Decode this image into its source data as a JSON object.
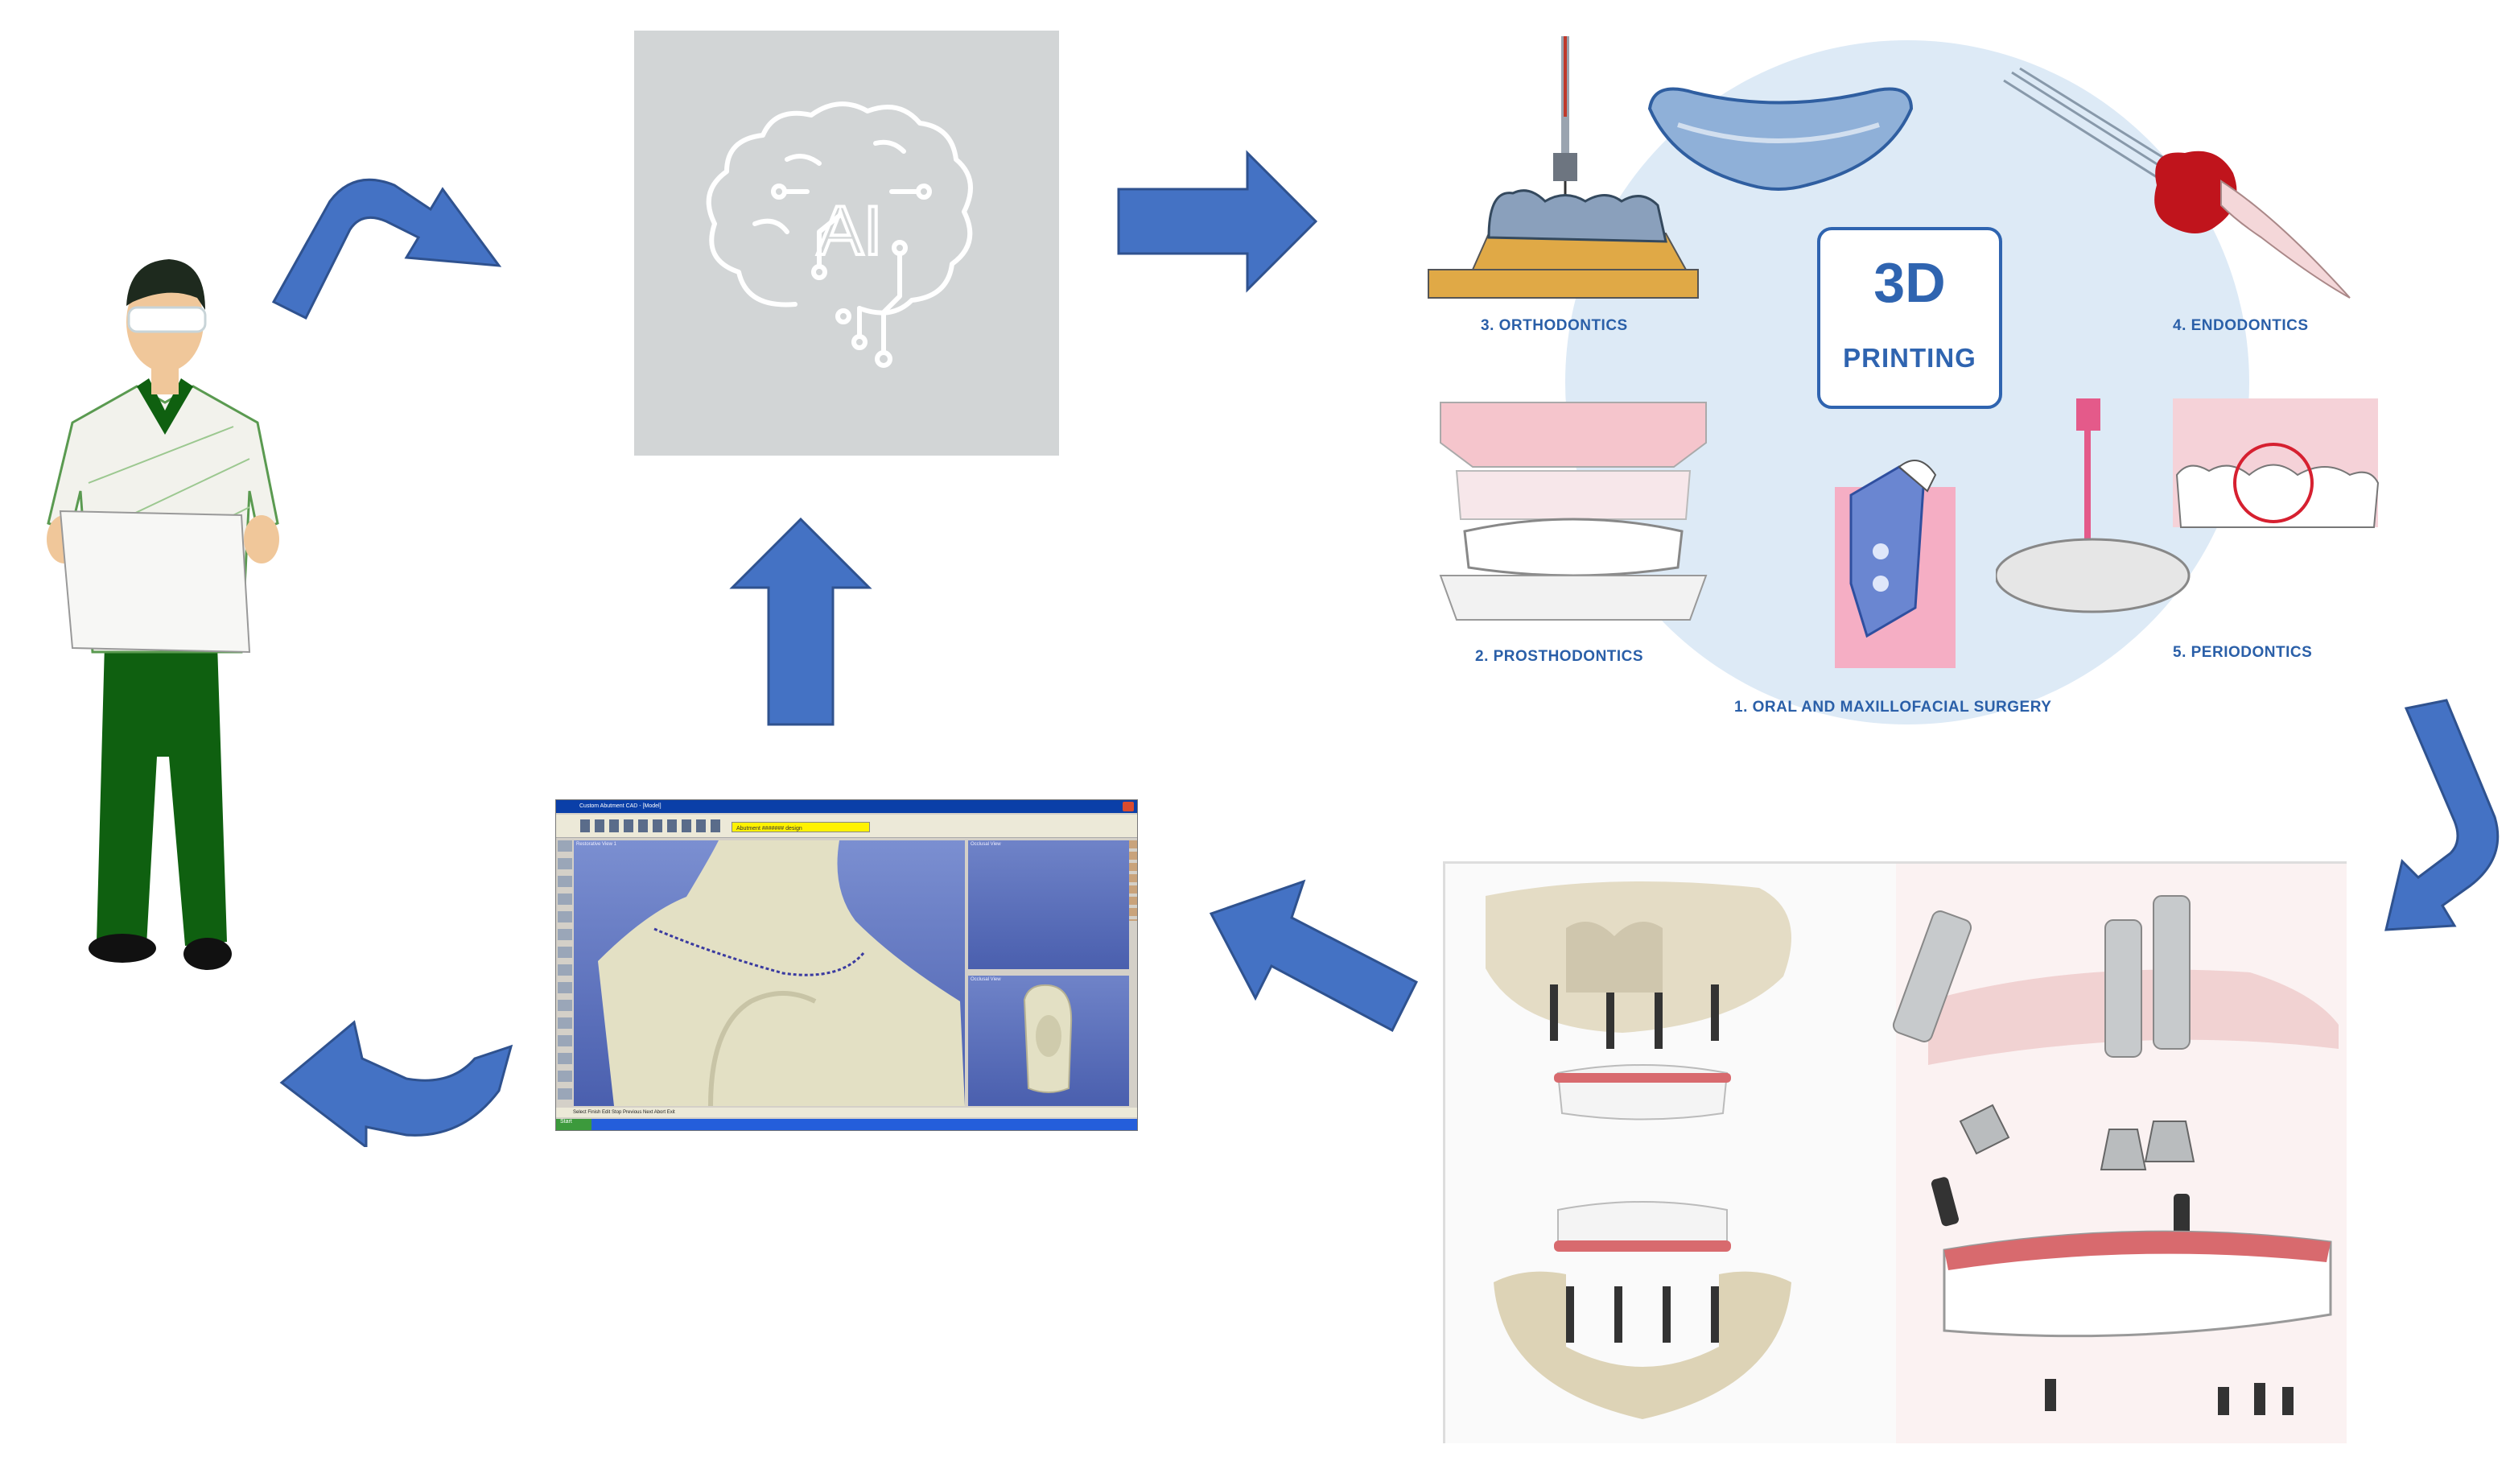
{
  "colors": {
    "arrow": "#4472c4",
    "arrow_edge": "#2f528f",
    "ai_panel": "#d2d5d6",
    "circle_bg": "#ddeaf6",
    "label_blue": "#2a5fa8",
    "pants_green": "#0f6010"
  },
  "ai_panel": {
    "icon": "brain-circuit-icon",
    "text": "AI"
  },
  "printing_badge": {
    "line1": "3D",
    "line2": "PRINTING"
  },
  "specialties": [
    "1. ORAL AND MAXILLOFACIAL SURGERY",
    "2. PROSTHODONTICS",
    "3. ORTHODONTICS",
    "4. ENDODONTICS",
    "5.  PERIODONTICS"
  ],
  "cad_window": {
    "title": "Custom Abutment CAD - [Model]",
    "field_text": "Abutment  ####### design",
    "pane_main": "Restorative View 1",
    "pane_top": "Occlusal View",
    "pane_bottom": "Occlusal View",
    "status": "Select Finish  Edit  Stop  Previous  Next  Abort  Exit",
    "taskbar_start": "Start"
  },
  "flow": [
    "clinician",
    "ai",
    "3d-printing",
    "implant-prosthesis",
    "cad-software",
    "clinician"
  ]
}
